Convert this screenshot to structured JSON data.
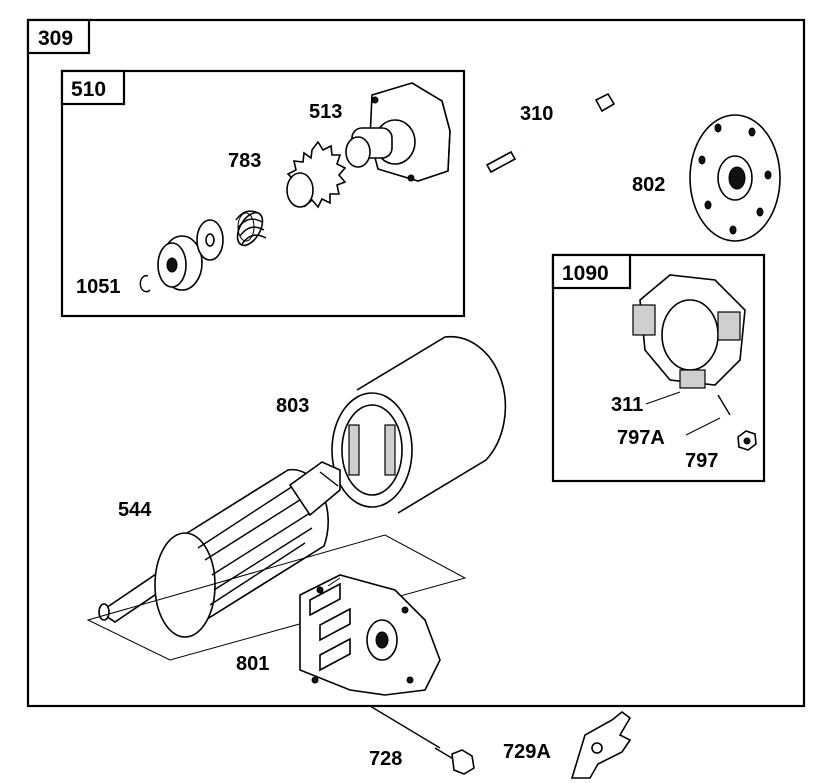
{
  "assembly": {
    "id": "309",
    "subassemblies": [
      {
        "id": "510"
      },
      {
        "id": "1090"
      }
    ]
  },
  "parts": {
    "p513": "513",
    "p783": "783",
    "p1051": "1051",
    "p310": "310",
    "p802": "802",
    "p311": "311",
    "p797a": "797A",
    "p797": "797",
    "p803": "803",
    "p544": "544",
    "p801": "801",
    "p728": "728",
    "p729a": "729A"
  },
  "colors": {
    "line": "#000000",
    "background": "#ffffff"
  }
}
